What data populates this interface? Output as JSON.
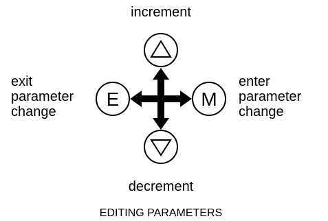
{
  "labels": {
    "top": "increment",
    "bottom": "decrement",
    "left": [
      "exit",
      "parameter",
      "change"
    ],
    "right": [
      "enter",
      "parameter",
      "change"
    ]
  },
  "buttons": {
    "left_letter": "E",
    "right_letter": "M"
  },
  "caption": "EDITING PARAMETERS",
  "icons": {
    "up": "triangle-up-icon",
    "down": "triangle-down-icon",
    "center": "four-way-arrow-icon"
  },
  "colors": {
    "ink": "#000000",
    "background": "#ffffff"
  }
}
